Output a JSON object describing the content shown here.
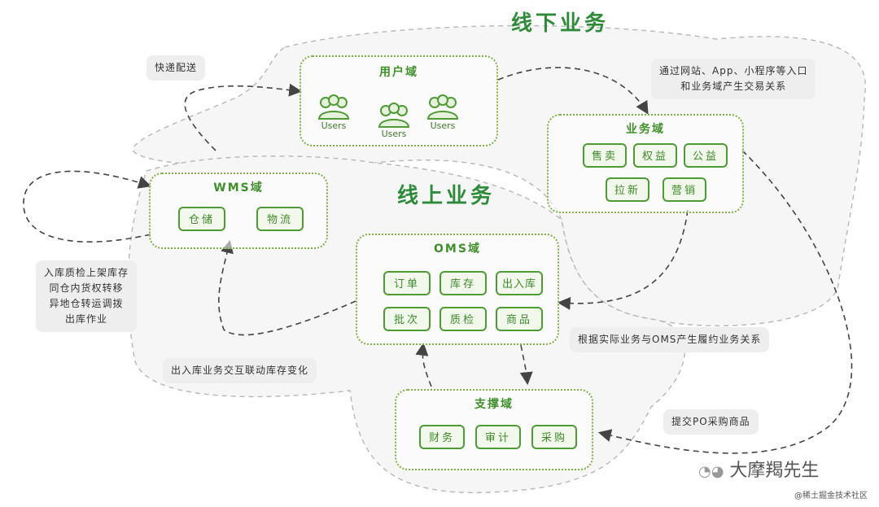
{
  "colors": {
    "accent": "#3f8f2a",
    "chip_border": "#4e9a35",
    "note_bg": "#eeeeee",
    "zone_border": "#bbbbbb"
  },
  "titles": {
    "offline": "线下业务",
    "online": "线上业务"
  },
  "user_domain": {
    "title": "用户域",
    "users": [
      "Users",
      "Users",
      "Users"
    ]
  },
  "business_domain": {
    "title": "业务域",
    "items": [
      "售卖",
      "权益",
      "公益",
      "拉新",
      "营销"
    ]
  },
  "wms_domain": {
    "title": "WMS域",
    "items": [
      "仓储",
      "物流"
    ]
  },
  "oms_domain": {
    "title": "OMS域",
    "items": [
      "订单",
      "库存",
      "出入库",
      "批次",
      "质检",
      "商品"
    ]
  },
  "support_domain": {
    "title": "支撑域",
    "items": [
      "财务",
      "审计",
      "采购"
    ]
  },
  "notes": {
    "express": "快递配送",
    "channels": [
      "通过网站、App、小程序等入口",
      "和业务域产生交易关系"
    ],
    "warehouse_ops": [
      "入库质检上架库存",
      "同仓内货权转移",
      "异地仓转运调拨",
      "出库作业"
    ],
    "inventory_linkage": "出入库业务交互联动库存变化",
    "fulfillment": "根据实际业务与OMS产生履约业务关系",
    "purchase": "提交PO采购商品"
  },
  "watermark": {
    "brand": "大摩羯先生",
    "community": "@稀土掘金技术社区"
  }
}
